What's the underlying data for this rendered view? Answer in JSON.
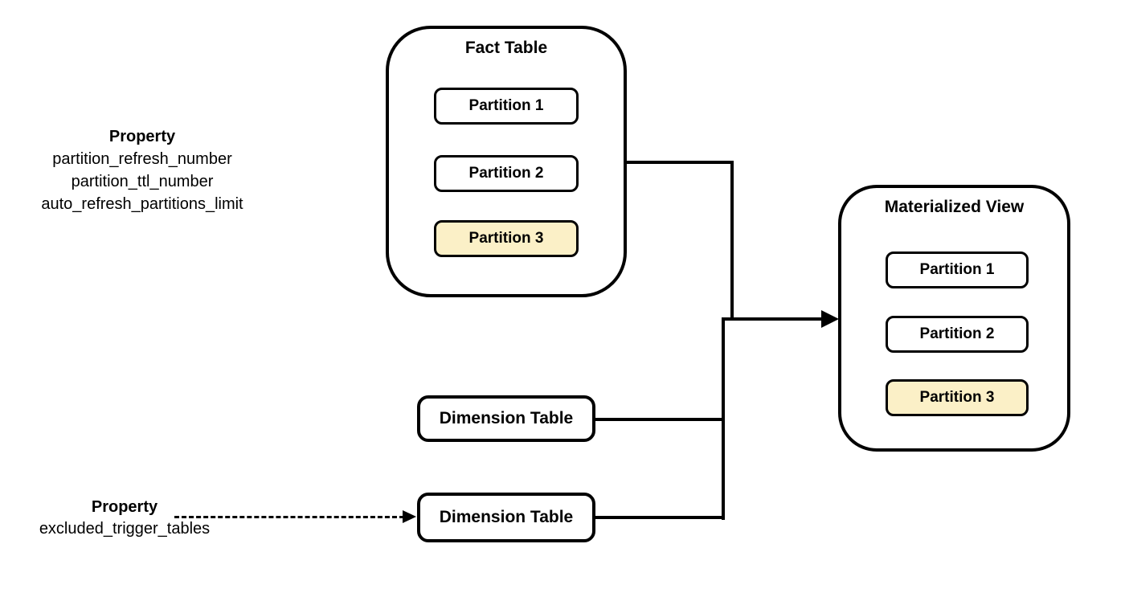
{
  "diagram": {
    "notes": {
      "top": {
        "title": "Property",
        "lines": [
          "partition_refresh_number",
          "partition_ttl_number",
          "auto_refresh_partitions_limit"
        ]
      },
      "bottom": {
        "title": "Property",
        "lines": [
          "excluded_trigger_tables"
        ]
      }
    },
    "fact_table": {
      "title": "Fact Table",
      "partitions": [
        {
          "label": "Partition 1",
          "highlighted": false
        },
        {
          "label": "Partition 2",
          "highlighted": false
        },
        {
          "label": "Partition 3",
          "highlighted": true
        }
      ]
    },
    "materialized_view": {
      "title": "Materialized View",
      "partitions": [
        {
          "label": "Partition 1",
          "highlighted": false
        },
        {
          "label": "Partition 2",
          "highlighted": false
        },
        {
          "label": "Partition 3",
          "highlighted": true
        }
      ]
    },
    "dimension_tables": [
      {
        "label": "Dimension Table"
      },
      {
        "label": "Dimension Table"
      }
    ],
    "connections": [
      {
        "from": "fact-table",
        "to": "materialized-view",
        "style": "solid",
        "arrow": true
      },
      {
        "from": "dimension-table-1",
        "to": "materialized-view-trunk",
        "style": "solid",
        "arrow": false
      },
      {
        "from": "dimension-table-2",
        "to": "materialized-view-trunk",
        "style": "solid",
        "arrow": false
      },
      {
        "from": "property-note-bottom",
        "to": "dimension-table-2",
        "style": "dashed",
        "arrow": true
      }
    ],
    "colors": {
      "line": "#000000",
      "highlight_fill": "#FBF0C7",
      "shape_fill": "#FFFFFF",
      "background": "#FFFFFF"
    }
  }
}
